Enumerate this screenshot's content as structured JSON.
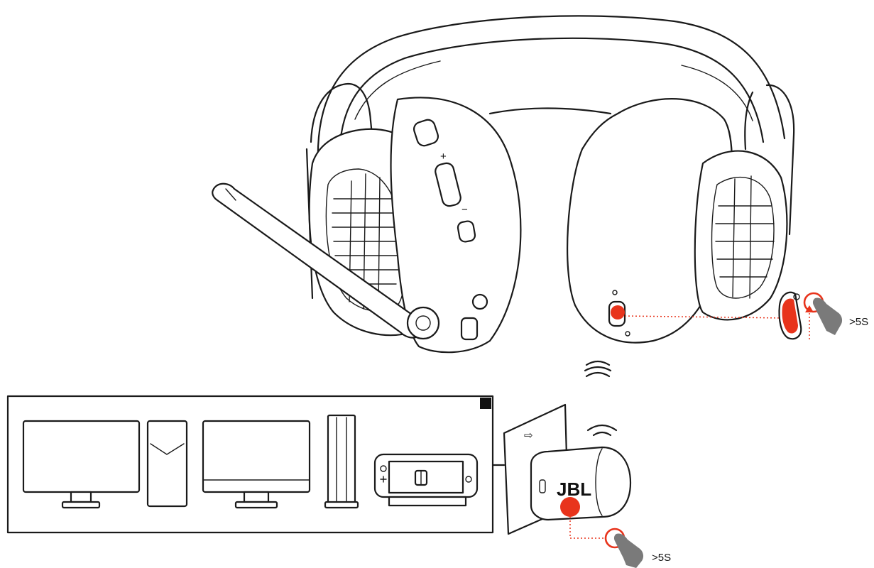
{
  "headset": {
    "duration_label": ">5S"
  },
  "dongle": {
    "brand_logo": "JBL",
    "duration_label": ">5S"
  },
  "devices": [
    "monitor-icon",
    "pc-tower-icon",
    "imac-icon",
    "console-tower-icon",
    "switch-icon"
  ],
  "icons": [
    "wireless-signal-icon",
    "usb-icon",
    "press-hand-icon"
  ],
  "colors": {
    "accent": "#e8341c",
    "line": "#1a1a1a",
    "hand": "#7a7a7a"
  }
}
